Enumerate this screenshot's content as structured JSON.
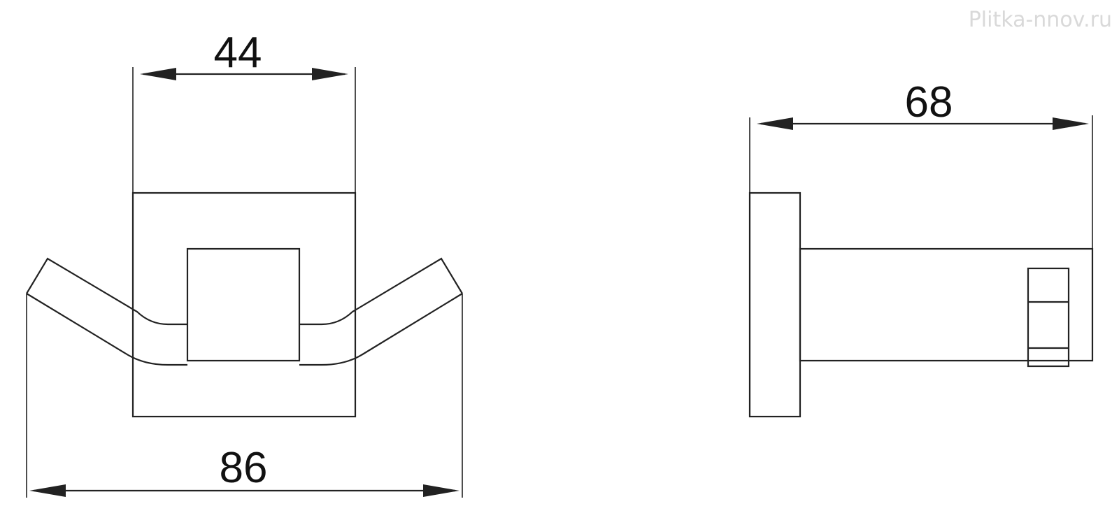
{
  "watermark": "Plitka-nnov.ru",
  "dimensions": {
    "front_top_width": "44",
    "front_total_width": "86",
    "side_depth": "68"
  }
}
